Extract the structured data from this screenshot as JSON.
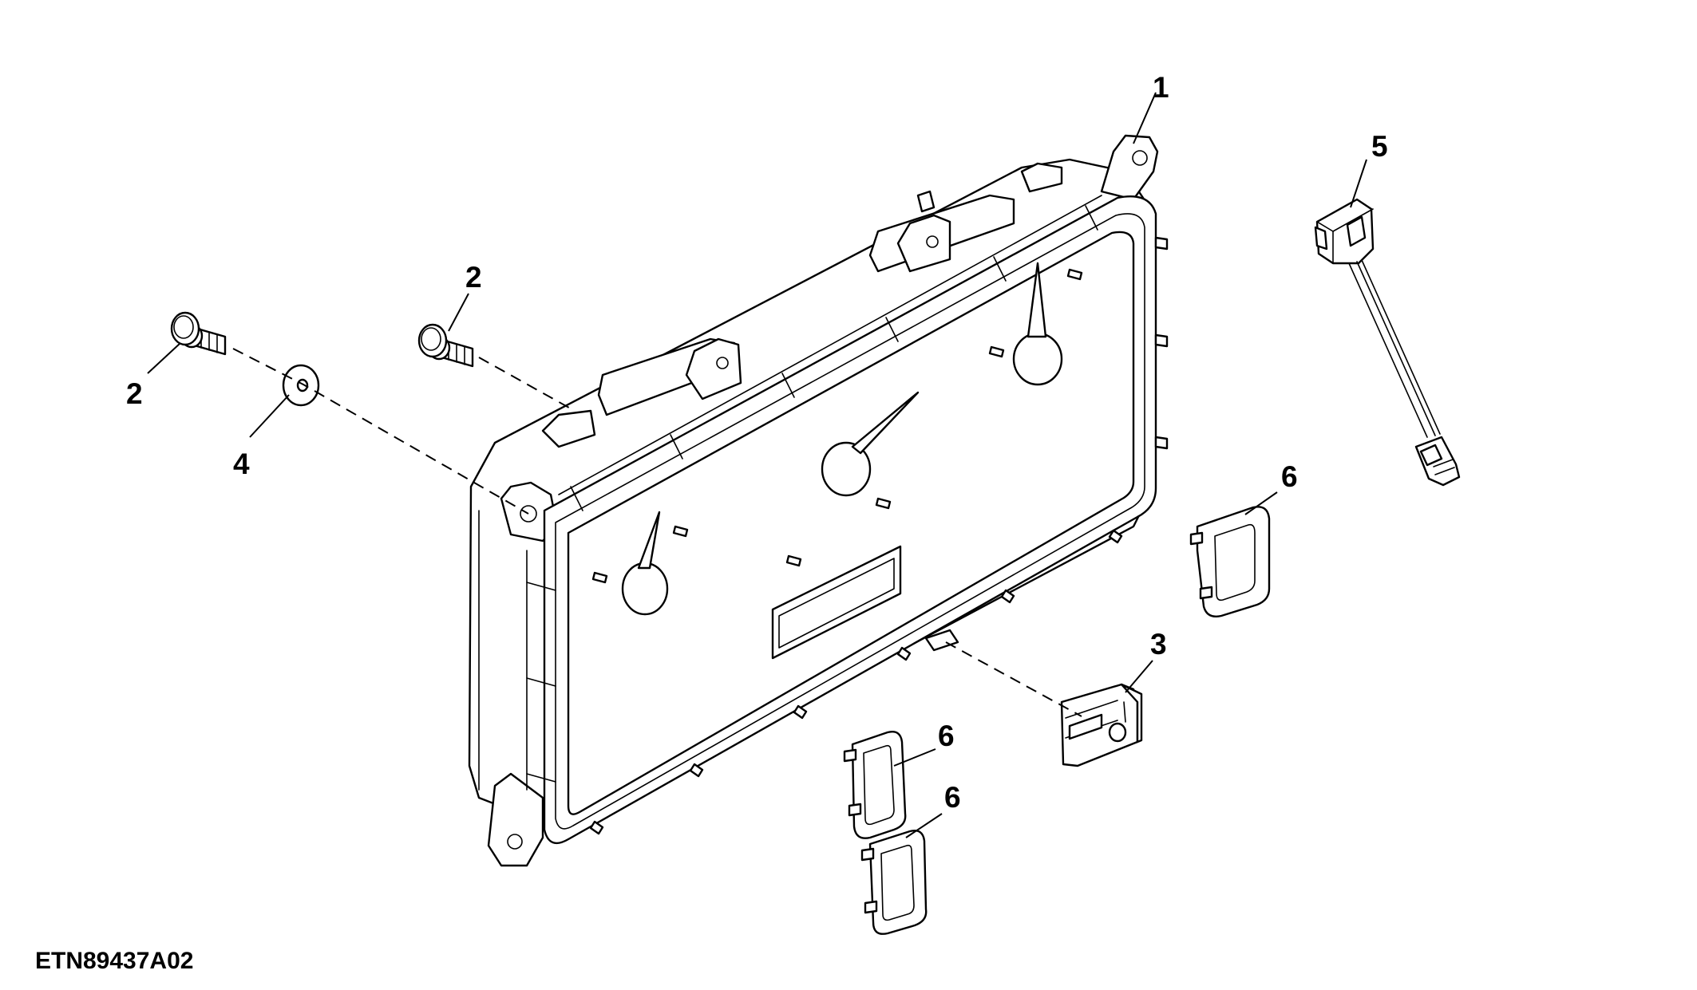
{
  "figure_id": "ETN89437A02",
  "callouts": {
    "c1": "1",
    "c2a": "2",
    "c2b": "2",
    "c3": "3",
    "c4": "4",
    "c5": "5",
    "c6a": "6",
    "c6b": "6",
    "c6c": "6"
  }
}
